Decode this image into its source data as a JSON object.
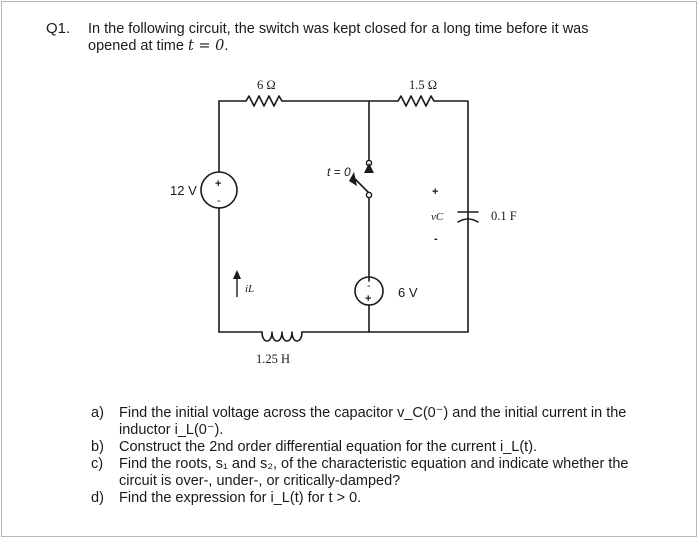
{
  "question": {
    "number": "Q1.",
    "line1": "In the following circuit, the switch was kept closed for a long time before it was",
    "line2_pre": "opened at time ",
    "line2_math": "t = 0",
    "line2_post": "."
  },
  "circuit": {
    "r1_label": "6 Ω",
    "r2_label": "1.5 Ω",
    "source1_label": "12 V",
    "source2_label": "6 V",
    "switch_label": "t = 0",
    "cap_voltage_label": "vC",
    "cap_plus": "+",
    "cap_minus": "-",
    "cap_value": "0.1 F",
    "inductor_label": "1.25 H",
    "current_label": "iL",
    "src_plus": "+",
    "src_minus": "-"
  },
  "parts": [
    {
      "marker": "a)",
      "text": "Find the initial voltage across the capacitor v_C(0⁻) and the initial current in the inductor i_L(0⁻)."
    },
    {
      "marker": "b)",
      "text": "Construct the 2nd order differential equation for the current i_L(t)."
    },
    {
      "marker": "c)",
      "text": "Find the roots, s₁ and s₂, of the characteristic equation and indicate whether the circuit is over-, under-, or critically-damped?"
    },
    {
      "marker": "d)",
      "text": "Find the expression for i_L(t) for t > 0."
    }
  ]
}
